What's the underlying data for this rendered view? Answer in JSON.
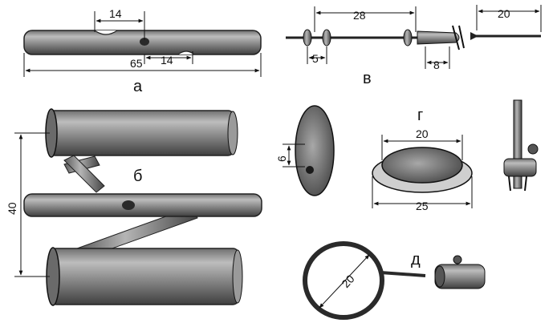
{
  "parts": {
    "a": {
      "label": "а",
      "dims": [
        "14",
        "14",
        "65"
      ]
    },
    "b": {
      "label": "б",
      "dims": [
        "40"
      ]
    },
    "v": {
      "label": "в",
      "dims": [
        "28",
        "5",
        "8",
        "20"
      ]
    },
    "g": {
      "label": "г",
      "dims": [
        "6",
        "20",
        "25"
      ]
    },
    "d": {
      "label": "д",
      "dims": [
        "20"
      ]
    }
  },
  "colors": {
    "ink": "#111111",
    "metal": "#8c8c8c",
    "metal_dark": "#4a4a4a",
    "background": "#ffffff"
  }
}
